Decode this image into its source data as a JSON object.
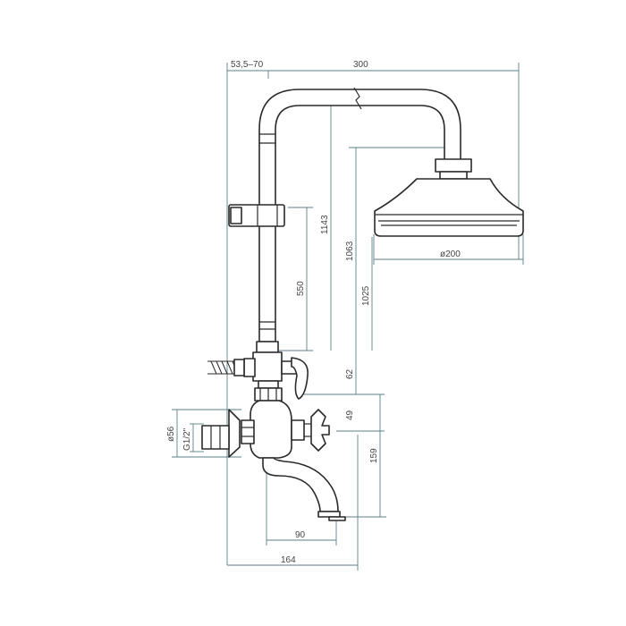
{
  "drawing": {
    "dimensions": {
      "wall_offset": "53,5–70",
      "arm_reach": "300",
      "total_height": "1143",
      "head_height": "1063",
      "arm_height": "1025",
      "holder_height": "550",
      "diverter_gap": "62",
      "spout_gap": "49",
      "head_diameter": "ø200",
      "spout_drop": "159",
      "spout_reach": "90",
      "total_depth": "164",
      "flange_diameter": "ø56",
      "thread": "G1/2\""
    },
    "colors": {
      "outline": "#2a2a2a",
      "dimension_line": "#5b7f86",
      "label": "#444444"
    }
  }
}
